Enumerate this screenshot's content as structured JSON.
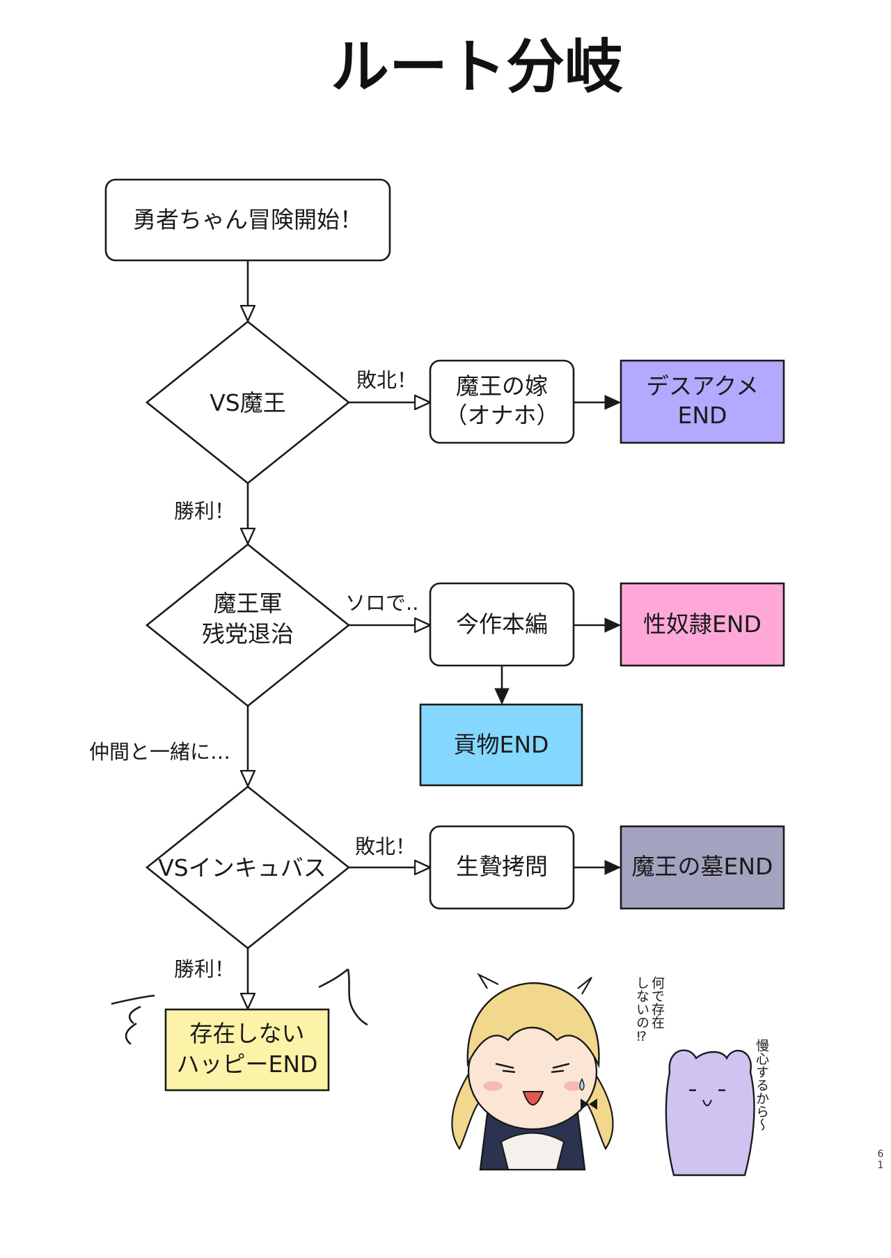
{
  "title": "ルート分岐",
  "page_number": [
    "6",
    "1"
  ],
  "colors": {
    "death_end": "#b3a9ff",
    "slave_end": "#ffa8d8",
    "tribute_end": "#84d8ff",
    "grave_end": "#a3a3bf",
    "happy_end": "#fcf3a8",
    "node_fill": "#ffffff",
    "stroke": "#1a1a1a"
  },
  "nodes": {
    "start": "勇者ちゃん冒険開始！",
    "vs_maou": "VS魔王",
    "bride": [
      "魔王の嫁",
      "（オナホ）"
    ],
    "death_end": [
      "デスアクメ",
      "END"
    ],
    "remnants": [
      "魔王軍",
      "残党退治"
    ],
    "main_story": "今作本編",
    "slave_end": "性奴隷END",
    "tribute_end": "貢物END",
    "vs_incubus": "VSインキュバス",
    "torture": "生贄拷問",
    "grave_end": "魔王の墓END",
    "happy_end": [
      "存在しない",
      "ハッピーEND"
    ]
  },
  "edge_labels": {
    "defeat_1": "敗北！",
    "victory_1": "勝利！",
    "solo": "ソロで..",
    "with_friends": "仲間と一緒に…",
    "defeat_2": "敗北！",
    "victory_2": "勝利！"
  },
  "side_notes": {
    "girl_note": [
      "何で存在",
      "しないの⁉"
    ],
    "creature_note": "慢心するから〜"
  },
  "illustration_icons": [
    "blonde-girl-icon",
    "purple-creature-icon"
  ]
}
